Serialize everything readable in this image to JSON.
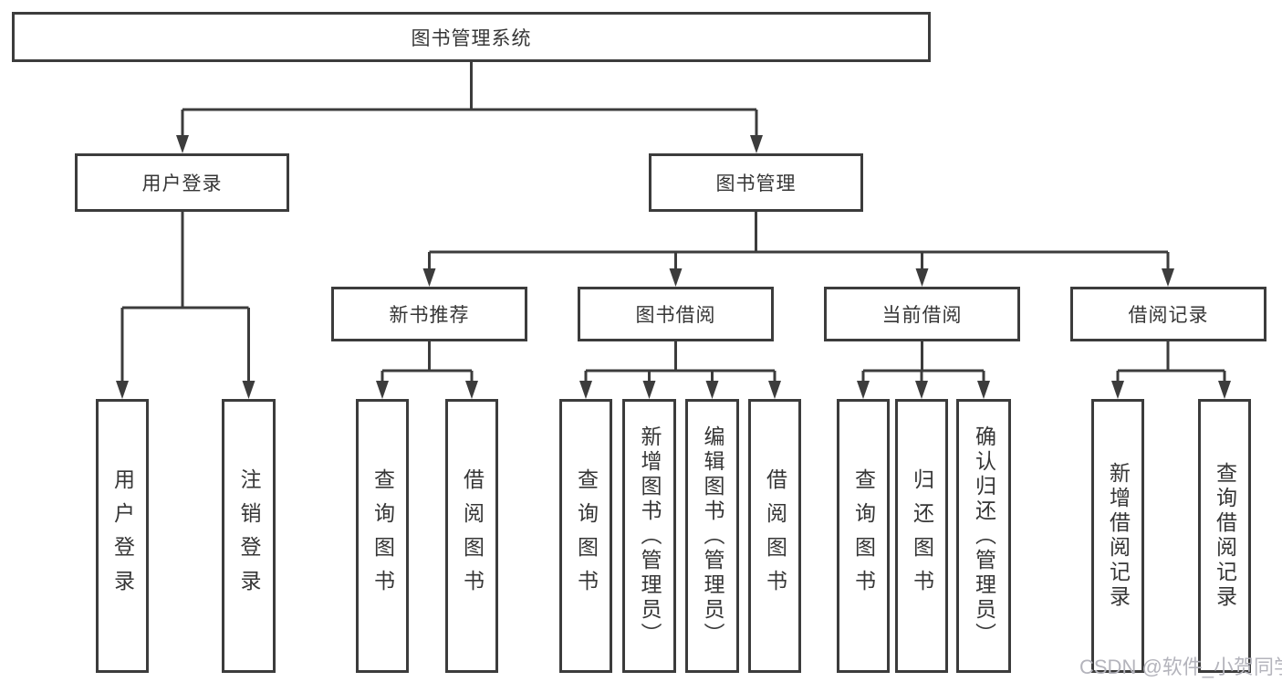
{
  "watermark": {
    "text": "CSDN @软件_小贺同学"
  },
  "colors": {
    "line": "#3c3c3c",
    "text": "#363636",
    "watermark_text": "#b4b4bc",
    "background": "#ffffff"
  },
  "tree": {
    "label": "图书管理系统",
    "children": [
      {
        "label": "用户登录",
        "children": [
          {
            "label": "用户登录"
          },
          {
            "label": "注销登录"
          }
        ]
      },
      {
        "label": "图书管理",
        "children": [
          {
            "label": "新书推荐",
            "children": [
              {
                "label": "查询图书"
              },
              {
                "label": "借阅图书"
              }
            ]
          },
          {
            "label": "图书借阅",
            "children": [
              {
                "label": "查询图书"
              },
              {
                "label": "新增图书（管理员）"
              },
              {
                "label": "编辑图书（管理员）"
              },
              {
                "label": "借阅图书"
              }
            ]
          },
          {
            "label": "当前借阅",
            "children": [
              {
                "label": "查询图书"
              },
              {
                "label": "归还图书"
              },
              {
                "label": "确认归还（管理员）"
              }
            ]
          },
          {
            "label": "借阅记录",
            "children": [
              {
                "label": "新增借阅记录"
              },
              {
                "label": "查询借阅记录"
              }
            ]
          }
        ]
      }
    ]
  }
}
